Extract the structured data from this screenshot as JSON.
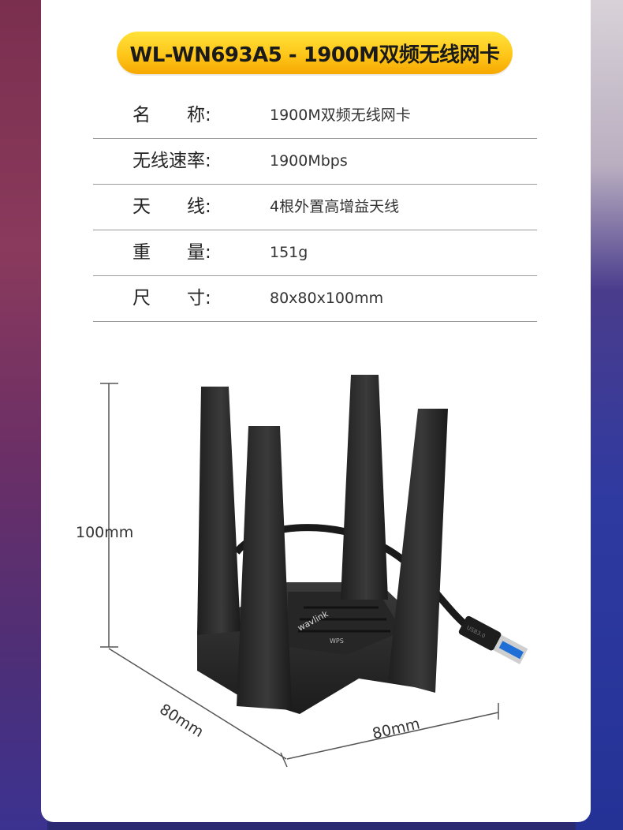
{
  "title": "WL-WN693A5 - 1900M双频无线网卡",
  "specs": [
    {
      "label": "名　　称:",
      "value": "1900M双频无线网卡"
    },
    {
      "label": "无线速率:",
      "value": "1900Mbps"
    },
    {
      "label": "天　　线:",
      "value": "4根外置高增益天线"
    },
    {
      "label": "重　　量:",
      "value": "151g"
    },
    {
      "label": "尺　　寸:",
      "value": "80x80x100mm"
    }
  ],
  "dimensions": {
    "height": "100mm",
    "depth": "80mm",
    "width": "80mm"
  },
  "product": {
    "brand_logo": "wavlink",
    "button_label": "WPS",
    "usb_label": "USB3.0"
  },
  "colors": {
    "pill_top": "#ffe23a",
    "pill_bottom": "#f6a800",
    "device": "#2b2b2b",
    "usb_blue": "#1f6fd6"
  }
}
